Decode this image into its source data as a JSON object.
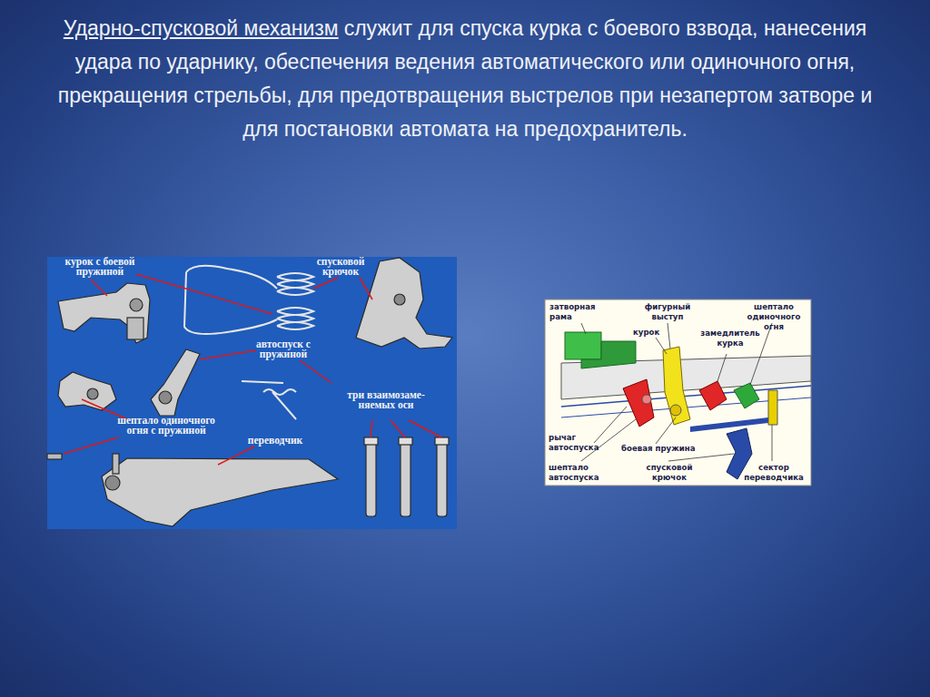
{
  "diagram": {
    "title": "Ударно-спусковой механизм",
    "labels": [
      "служит для спуска курка с боевого взвода, нанесения удара по ударнику, обеспечения ведения автоматического или одиночного огня, прекращения стрельбы, для предотвращения выстрелов при незапертом затворе и для постановки автомата на предохранитель.",
      "курок с боевой пружиной",
      "спусковой крючок",
      "автоспуск с пружиной",
      "три взаимозаме-няемых оси",
      "шептало одиночного огня с пружиной",
      "переводчик",
      "затворная рама",
      "фигурный выступ",
      "шептало одиночного огня",
      "курок",
      "замедлитель курка",
      "рычаг автоспуска",
      "боевая пружина",
      "шептало автоспуска",
      "спусковой крючок",
      "сектор переводчика"
    ]
  }
}
